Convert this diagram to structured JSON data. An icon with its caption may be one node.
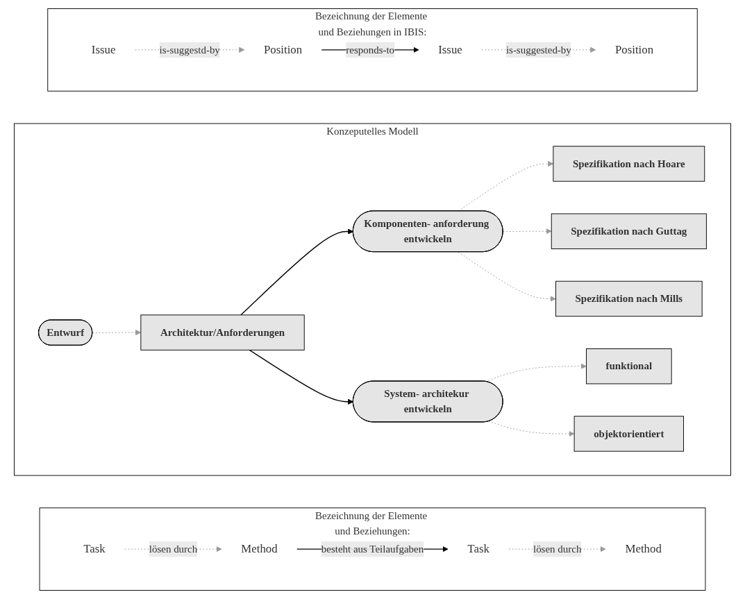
{
  "diagram": {
    "nodes": [
      {
        "text": [
          "Bezeichnung der Elemente und Beziehungen:"
        ]
      },
      {
        "text": [
          "Task"
        ],
        "in": 0
      },
      {
        "text": [
          "Method"
        ],
        "in": 0
      },
      {
        "text": [
          "Task"
        ],
        "in": 0
      },
      {
        "text": [
          "Method"
        ],
        "in": 0
      },
      {
        "text": [
          "Konzeputelles Modell"
        ]
      },
      {
        "text": [
          "Entwurf"
        ],
        "in": 5
      },
      {
        "text": [
          "Architektur/Anforderungen"
        ],
        "in": 5
      },
      {
        "text": [
          "Komponenten- anforderung entwickeln"
        ],
        "in": 5
      },
      {
        "text": [
          "Spezifikation nach Hoare"
        ],
        "in": 5
      },
      {
        "text": [
          "Spezifikation nach Guttag"
        ],
        "in": 5
      },
      {
        "text": [
          "Spezifikation nach Mills"
        ],
        "in": 5
      },
      {
        "text": [
          "System- architekur entwickeln"
        ],
        "in": 5
      },
      {
        "text": [
          "funktional"
        ],
        "in": 5
      },
      {
        "text": [
          "objektorientiert"
        ],
        "in": 5
      },
      {
        "text": [
          "Bezeichnung der Elemente und Beziehungen in IBIS:"
        ]
      },
      {
        "text": [
          "Issue"
        ],
        "in": 15
      },
      {
        "text": [
          "Position"
        ],
        "in": 15
      },
      {
        "text": [
          "Issue"
        ],
        "in": 15
      },
      {
        "text": [
          "Position"
        ],
        "in": 15
      }
    ],
    "edges": [
      {
        "from": 1,
        "to": 2,
        "arrow": "to",
        "label": "lösen durch",
        "style": "dashed"
      },
      {
        "from": 2,
        "to": 3,
        "arrow": "to",
        "label": "besteht aus Teilaufgaben",
        "color": "#000000"
      },
      {
        "from": 3,
        "to": 4,
        "arrow": "to",
        "label": "lösen durch",
        "style": "dashed"
      },
      {
        "from": 6,
        "to": 7,
        "arrow": "to",
        "style": "dashed"
      },
      {
        "from": 7,
        "to": 8,
        "arrow": "to",
        "color": "#000000"
      },
      {
        "from": 7,
        "to": 12,
        "arrow": "to",
        "color": "#000000"
      },
      {
        "from": 8,
        "to": 9,
        "arrow": "to",
        "style": "dashed"
      },
      {
        "from": 8,
        "to": 10,
        "arrow": "to",
        "style": "dashed"
      },
      {
        "from": 8,
        "to": 11,
        "arrow": "to",
        "style": "dashed"
      },
      {
        "from": 12,
        "to": 13,
        "arrow": "to",
        "style": "dashed"
      },
      {
        "from": 12,
        "to": 14,
        "arrow": "to",
        "style": "dashed"
      },
      {
        "from": 16,
        "to": 17,
        "arrow": "to",
        "label": "is-suggestd-by",
        "style": "dashed"
      },
      {
        "from": 17,
        "to": 18,
        "arrow": "to",
        "label": "responds-to",
        "color": "#000000"
      },
      {
        "from": 18,
        "to": 19,
        "arrow": "to",
        "label": "is-suggested-by",
        "style": "dashed"
      }
    ]
  }
}
